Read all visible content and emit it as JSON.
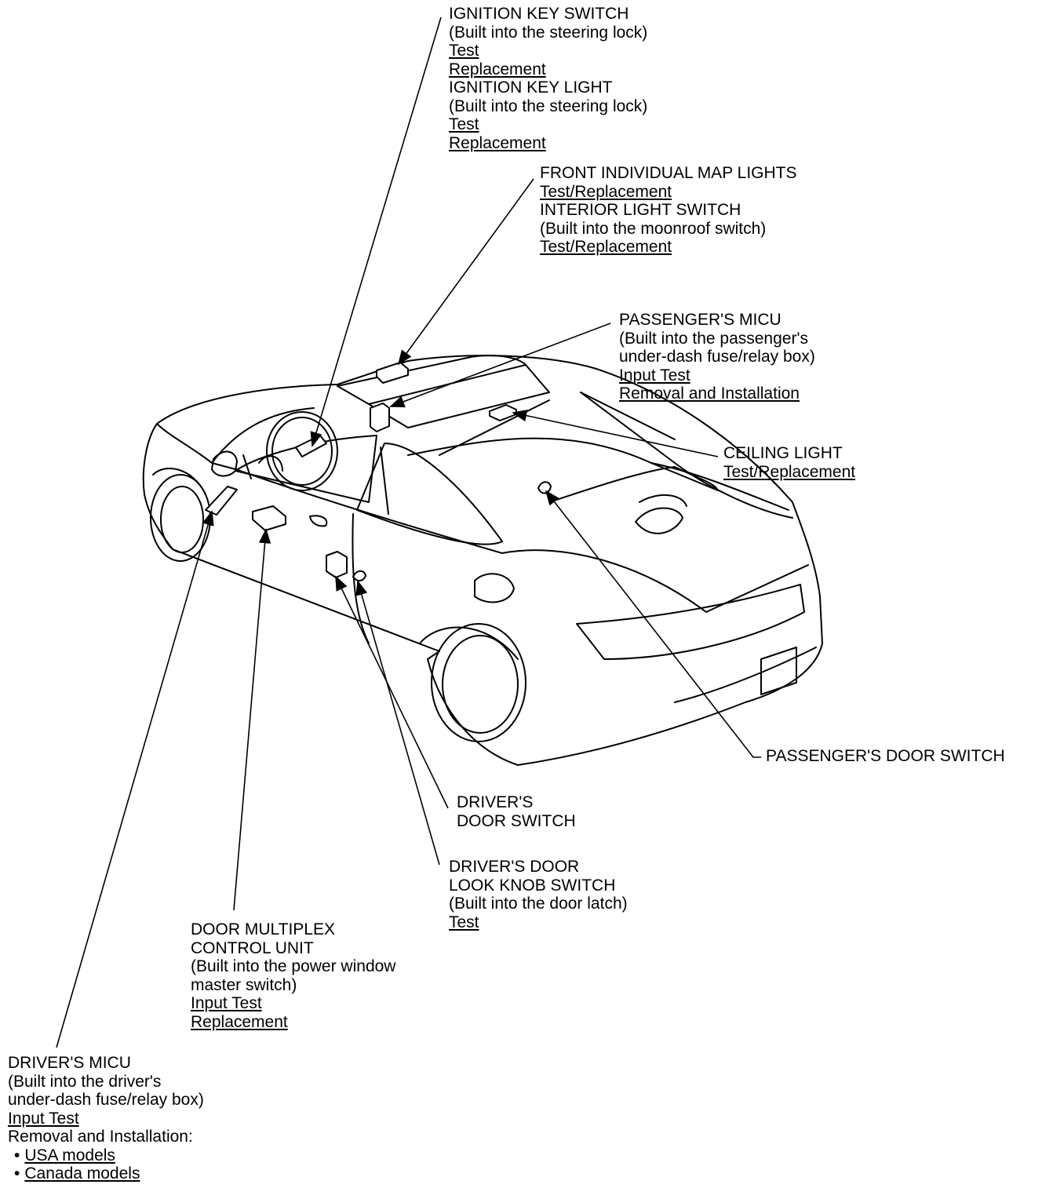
{
  "callouts": {
    "ignition": {
      "title1": "IGNITION KEY SWITCH",
      "note1": "(Built into the steering lock)",
      "link_test1": "Test",
      "link_repl1": "Replacement",
      "title2": "IGNITION KEY LIGHT",
      "note2": "(Built into the steering lock)",
      "link_test2": "Test",
      "link_repl2": "Replacement"
    },
    "map_lights": {
      "title1": "FRONT INDIVIDUAL MAP LIGHTS",
      "link1": "Test/Replacement",
      "title2": "INTERIOR LIGHT SWITCH",
      "note2": "(Built into the moonroof switch)",
      "link2": "Test/Replacement"
    },
    "passenger_micu": {
      "title": "PASSENGER'S MICU",
      "note1": "(Built into the passenger's",
      "note2": "under-dash fuse/relay box)",
      "link_input": "Input Test",
      "link_removal": "Removal and Installation"
    },
    "ceiling_light": {
      "title": "CEILING LIGHT",
      "link": "Test/Replacement"
    },
    "passenger_door_switch": {
      "title": "PASSENGER'S DOOR SWITCH"
    },
    "driver_door_switch": {
      "title1": "DRIVER'S",
      "title2": "DOOR SWITCH"
    },
    "lock_knob": {
      "title1": "DRIVER'S DOOR",
      "title2": "LOOK KNOB SWITCH",
      "note": "(Built into the door latch)",
      "link": "Test"
    },
    "door_multiplex": {
      "title1": "DOOR MULTIPLEX",
      "title2": "CONTROL UNIT",
      "note1": "(Built into the power window",
      "note2": "master switch)",
      "link_input": "Input Test",
      "link_repl": "Replacement"
    },
    "driver_micu": {
      "title": "DRIVER'S MICU",
      "note1": "(Built into the driver's",
      "note2": "under-dash fuse/relay box)",
      "link_input": "Input Test",
      "removal": "Removal and Installation:",
      "link_usa": "USA models",
      "link_canada": "Canada models"
    }
  }
}
